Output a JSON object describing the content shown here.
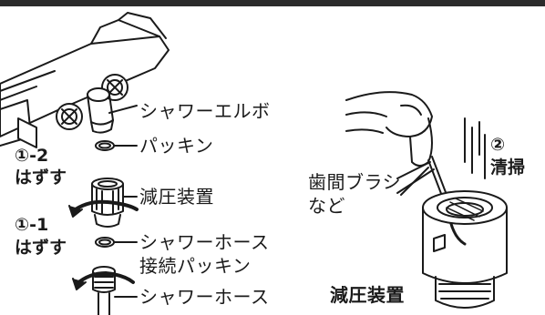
{
  "labels": {
    "shower_elbow": "シャワーエルボ",
    "packing": "パッキン",
    "pressure_reducer_left": "減圧装置",
    "hose_packing_line1": "シャワーホース",
    "hose_packing_line2": "接続パッキン",
    "shower_hose": "シャワーホース",
    "brush_line1": "歯間ブラシ",
    "brush_line2": "など",
    "pressure_reducer_right": "減圧装置"
  },
  "steps": {
    "step_1_2_number": "①-2",
    "step_1_2_action": "はずす",
    "step_1_1_number": "①-1",
    "step_1_1_action": "はずす",
    "step_2_number": "②",
    "step_2_action": "清掃"
  },
  "colors": {
    "top_bar": "#2b2b2b",
    "line": "#1a1a1a"
  }
}
